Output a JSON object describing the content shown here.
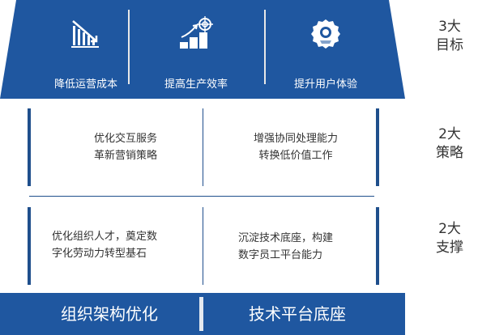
{
  "goals": {
    "items": [
      {
        "label": "降低运营成本",
        "icon": "chart-down-icon"
      },
      {
        "label": "提高生产效率",
        "icon": "growth-target-icon"
      },
      {
        "label": "提升用户体验",
        "icon": "award-badge-icon"
      }
    ],
    "side_label_line1": "3大",
    "side_label_line2": "目标"
  },
  "strategies": {
    "left_line1": "优化交互服务",
    "left_line2": "革新营销策略",
    "right_line1": "增强协同处理能力",
    "right_line2": "转换低价值工作",
    "side_label_line1": "2大",
    "side_label_line2": "策略"
  },
  "supports": {
    "left_line1": "优化组织人才，奠定数",
    "left_line2": "字化劳动力转型基石",
    "right_line1": "沉淀技术底座，构建",
    "right_line2": "数字员工平台能力",
    "side_label_line1": "2大",
    "side_label_line2": "支撑"
  },
  "foundation": {
    "left": "组织架构优化",
    "right": "技术平台底座"
  },
  "colors": {
    "primary": "#1f57a0",
    "accent_dark": "#1f4f8c",
    "separator": "#e8e8e8"
  }
}
